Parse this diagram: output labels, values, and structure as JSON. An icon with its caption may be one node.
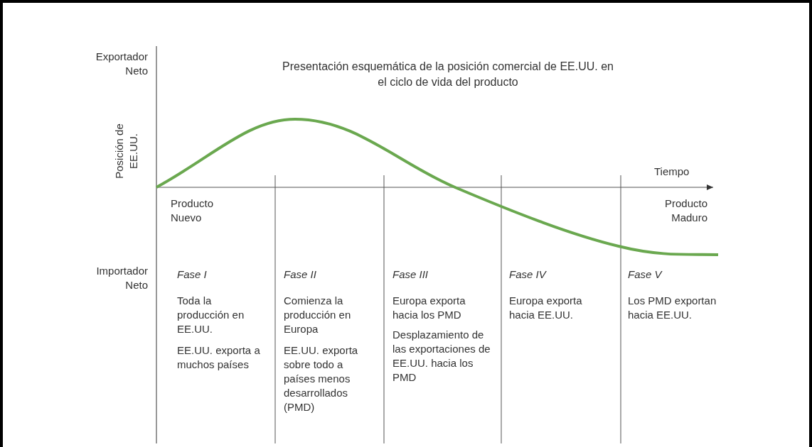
{
  "diagram": {
    "title": "Presentación esquemática de la posición comercial de EE.UU. en el ciclo de vida del producto",
    "labels": [
      "Exportador Neto",
      "Posición de EE.UU.",
      "Tiempo",
      "Producto Nuevo",
      "Producto Maduro",
      "Importador Neto",
      "Fase I",
      "Fase II",
      "Fase III",
      "Fase IV",
      "Fase V",
      "Toda la producción en EE.UU.",
      "Comienza la producción en Europa",
      "Europa exporta hacia los PMD",
      "Europa exporta hacia EE.UU.",
      "Los PMD exportan hacia EE.UU.",
      "EE.UU. exporta a muchos países",
      "EE.UU. exporta sobre todo a países menos desarrollados (PMD)",
      "Desplazamiento de las exportaciones de EE.UU. hacia los PMD"
    ]
  }
}
